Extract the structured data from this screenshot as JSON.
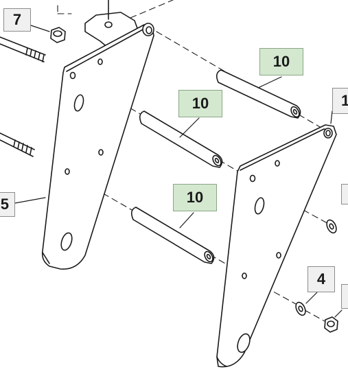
{
  "diagram": {
    "callouts": {
      "c7": "7",
      "c10a": "10",
      "c10b": "10",
      "c10c": "10",
      "c1": "1",
      "c5": "5",
      "c4": "4"
    },
    "colors": {
      "line": "#1a1a1a",
      "callout_fill": "#f0f0f0",
      "highlight_fill": "#d4e8cf",
      "callout_border": "#8c8c8c"
    }
  }
}
